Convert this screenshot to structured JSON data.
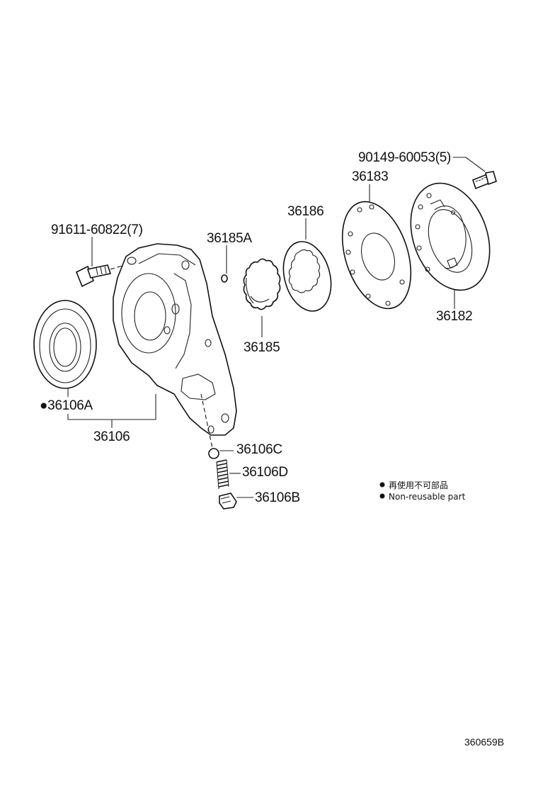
{
  "labels": {
    "bolt_90149": "90149-60053(5)",
    "plate_36183": "36183",
    "rotor_36186": "36186",
    "bolt_91611": "91611-60822(7)",
    "pin_36185A": "36185A",
    "cover_36182": "36182",
    "gear_36185": "36185",
    "seal_36106A": "●36106A",
    "body_36106": "36106",
    "ball_36106C": "36106C",
    "spring_36106D": "36106D",
    "plug_36106B": "36106B"
  },
  "legend": {
    "non_reusable_jp": "再使用不可部品",
    "non_reusable_en": "Non-reusable part"
  },
  "reference_code": "360659B"
}
